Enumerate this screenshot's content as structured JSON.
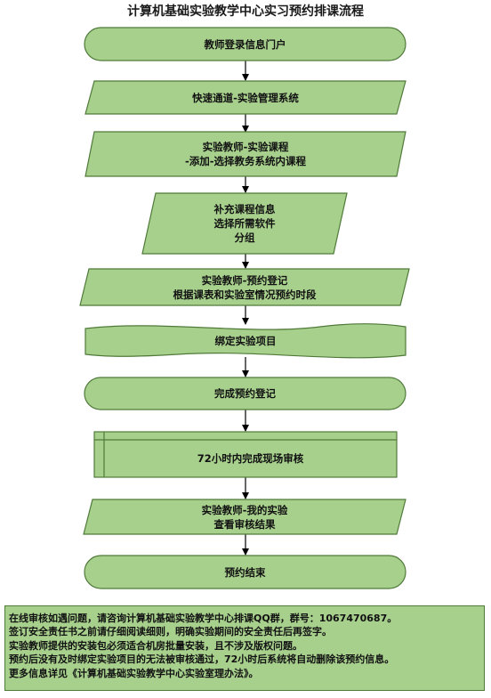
{
  "title": "计算机基础实验教学中心实习预约排课流程",
  "colors": {
    "fill": "#a8d08d",
    "stroke": "#4f7a39",
    "arrow": "#000000"
  },
  "steps": [
    {
      "lines": [
        "教师登录信息门户"
      ]
    },
    {
      "lines": [
        "快速通道-实验管理系统"
      ]
    },
    {
      "lines": [
        "实验教师-实验课程",
        "-添加-选择教务系统内课程"
      ]
    },
    {
      "lines": [
        "补充课程信息",
        "选择所需软件",
        "分组"
      ]
    },
    {
      "lines": [
        "实验教师-预约登记",
        "根据课表和实验室情况预约时段"
      ]
    },
    {
      "lines": [
        "绑定实验项目"
      ]
    },
    {
      "lines": [
        "完成预约登记"
      ]
    },
    {
      "lines": [
        "72小时内完成现场审核"
      ]
    },
    {
      "lines": [
        "实验教师-我的实验",
        "查看审核结果"
      ]
    },
    {
      "lines": [
        "预约结束"
      ]
    }
  ],
  "note": {
    "lines": [
      "在线审核如遇问题，请咨询计算机基础实验教学中心排课QQ群，群号：1067470687。",
      "签订安全责任书之前请仔细阅读细则，明确实验期间的安全责任后再签字。",
      "实验教师提供的安装包必须适合机房批量安装，且不涉及版权问题。",
      "预约后没有及时绑定实验项目的无法被审核通过，72小时后系统将自动删除该预约信息。",
      "更多信息详见《计算机基础实验教学中心实验室理办法》。"
    ]
  }
}
